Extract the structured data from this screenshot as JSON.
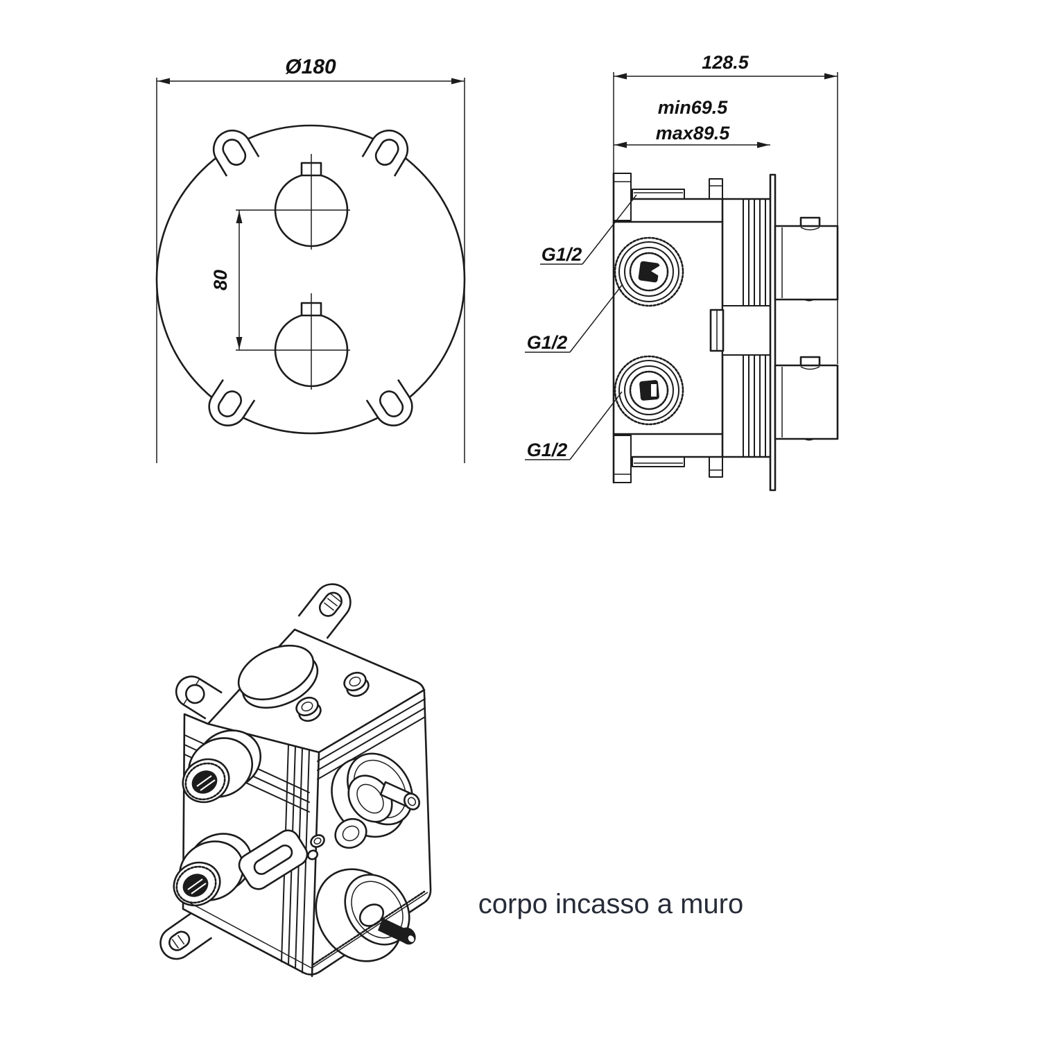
{
  "drawing": {
    "caption": "corpo incasso a muro",
    "front_view": {
      "diameter": "Ø180",
      "handle_spacing": "80"
    },
    "side_view": {
      "overall_depth": "128.5",
      "min_embed_depth": "min69.5",
      "max_embed_depth": "max89.5",
      "ports": [
        "G1/2",
        "G1/2",
        "G1/2"
      ]
    },
    "colors": {
      "line": "#1c1c1c",
      "dim_text": "#111111",
      "caption_text": "#272c38",
      "background": "#ffffff"
    }
  }
}
